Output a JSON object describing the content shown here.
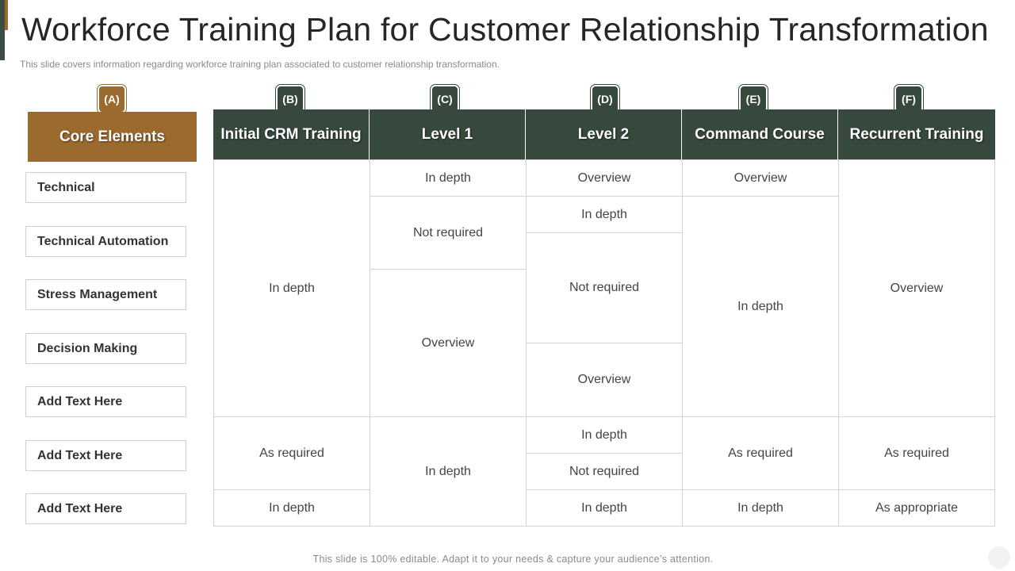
{
  "header": {
    "title": "Workforce Training Plan for Customer Relationship Transformation",
    "subtitle": "This slide covers information regarding workforce training plan associated to customer relationship transformation."
  },
  "footer": {
    "text": "This slide is 100% editable. Adapt it to your needs & capture your audience’s attention."
  },
  "colors": {
    "brown": "#9b6a2e",
    "dark_green": "#37483d"
  },
  "badges": [
    "(A)",
    "(B)",
    "(C)",
    "(D)",
    "(E)",
    "(F)"
  ],
  "core": {
    "header": "Core Elements",
    "rows": [
      "Technical",
      "Technical Automation",
      "Stress Management",
      "Decision Making",
      "Add Text Here",
      "Add Text Here",
      "Add Text Here"
    ]
  },
  "columns": [
    "Initial CRM Training",
    "Level 1",
    "Level 2",
    "Command Course",
    "Recurrent Training"
  ],
  "cells": {
    "b_top": "In depth",
    "b_mid": "As required",
    "b_bot": "In depth",
    "c_1": "In depth",
    "c_2": "Not required",
    "c_3": "Overview",
    "c_4": "In depth",
    "d_1": "Overview",
    "d_2": "In depth",
    "d_3": "Not required",
    "d_4": "Overview",
    "d_5": "In depth",
    "d_6": "Not required",
    "d_7": "In depth",
    "e_1": "Overview",
    "e_2": "In depth",
    "e_3": "As required",
    "e_4": "In depth",
    "f_1": "Overview",
    "f_2": "As required",
    "f_3": "As appropriate"
  }
}
